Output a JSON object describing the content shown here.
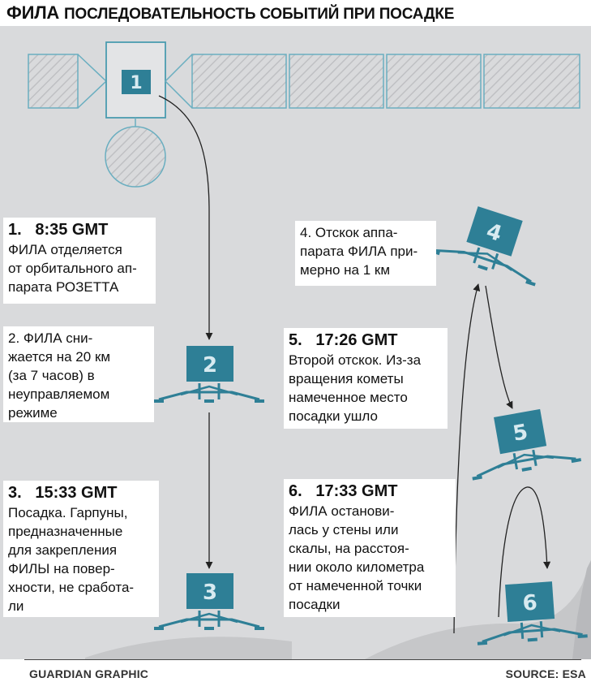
{
  "title": {
    "main": "ФИЛА",
    "rest": "ПОСЛЕДОВАТЕЛЬНОСТЬ СОБЫТИЙ ПРИ ПОСАДКЕ"
  },
  "stage_numbers": [
    "1",
    "2",
    "3",
    "4",
    "5",
    "6"
  ],
  "steps": [
    {
      "head": "1.   8:35 GMT",
      "text": "ФИЛА отделяется\nот орбитального ап-\nпарата РОЗЕТТА"
    },
    {
      "head": "",
      "text": "2.   ФИЛА сни-\nжается на 20 км\n(за  7 часов)  в\nнеуправляемом\nрежиме"
    },
    {
      "head": "3.   15:33 GMT",
      "text": "Посадка. Гарпуны,\nпредназначенные\nдля закрепления\nФИЛЫ на повер-\nхности, не сработа-\nли"
    },
    {
      "head": "",
      "text": "4.   Отскок аппа-\nпарата ФИЛА при-\nмерно на 1 км"
    },
    {
      "head": "5.   17:26 GMT",
      "text": "Второй отскок. Из-за\nвращения кометы\nнамеченное место\nпосадки ушло"
    },
    {
      "head": "6.   17:33 GMT",
      "text": "ФИЛА останови-\nлась у стены или\nскалы, на расстоя-\nнии около километра\nот намеченной точки\nпосадки"
    }
  ],
  "footer": {
    "left": "GUARDIAN GRAPHIC",
    "right": "SOURCE: ESA"
  },
  "colors": {
    "background": "#d9dadc",
    "lander": "#2e7f96",
    "orbiter_line": "#4b9cb0",
    "arrow": "#222222",
    "ground": "#c6c7c9"
  }
}
